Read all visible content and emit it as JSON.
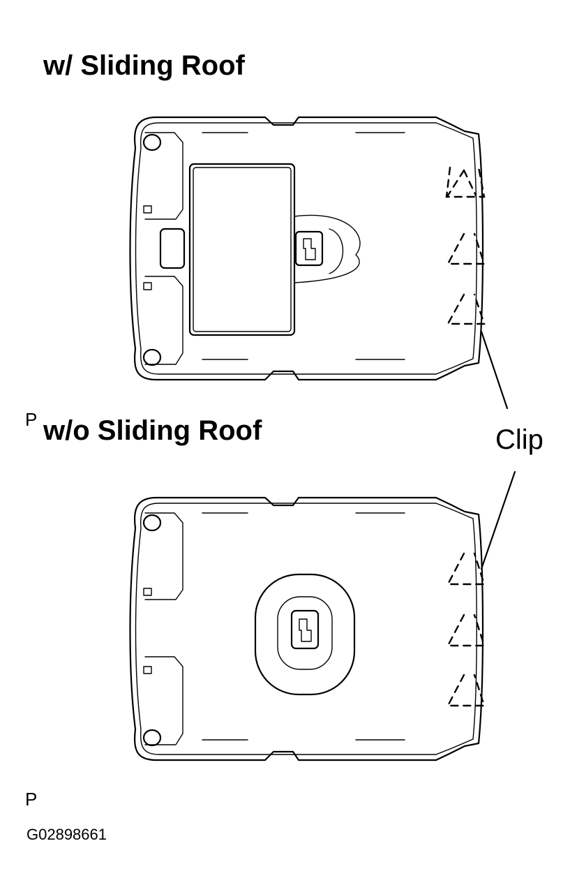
{
  "figure": {
    "title_with_roof": "w/ Sliding Roof",
    "title_without_roof": "w/o Sliding Roof",
    "marker_top": "P",
    "marker_bottom": "P",
    "callout_clip": "Clip",
    "figure_code": "G02898661"
  },
  "icons": {
    "headliner_with_roof": "headliner-with-sliding-roof-icon",
    "headliner_without_roof": "headliner-without-sliding-roof-icon",
    "clip_markers": "dashed-triangle-clip-icon"
  }
}
